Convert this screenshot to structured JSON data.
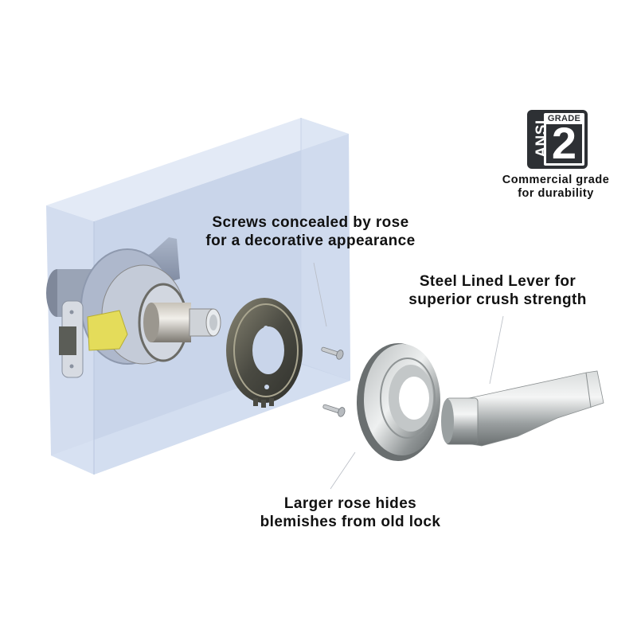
{
  "badge": {
    "ansi_label": "ANSI",
    "grade_label": "GRADE",
    "grade_number": "2",
    "caption_line1": "Commercial grade",
    "caption_line2": "for durability"
  },
  "callouts": {
    "screws": {
      "line1": "Screws concealed by rose",
      "line2": "for a decorative appearance"
    },
    "lever": {
      "line1": "Steel Lined Lever for",
      "line2": "superior crush strength"
    },
    "rose": {
      "line1": "Larger rose hides",
      "line2": "blemishes from old lock"
    }
  },
  "parts": [
    {
      "name": "door-block",
      "description": "translucent door section"
    },
    {
      "name": "lock-chassis",
      "description": "latch and chassis assembly"
    },
    {
      "name": "mounting-plate",
      "description": "rose mounting plate"
    },
    {
      "name": "screws",
      "description": "two mounting screws"
    },
    {
      "name": "rose",
      "description": "decorative rose"
    },
    {
      "name": "lever",
      "description": "steel lined lever handle"
    }
  ],
  "colors": {
    "door_front": "#c9d5ea",
    "door_top": "#e3eaf6",
    "door_side": "#d3ddef",
    "metal_light": "#d8d8d6",
    "metal_dark": "#5a5d5f",
    "plate_dark": "#4a4a42",
    "latch_yellow": "#e4dc5a",
    "badge_dark": "#2d3034",
    "text": "#111111"
  }
}
